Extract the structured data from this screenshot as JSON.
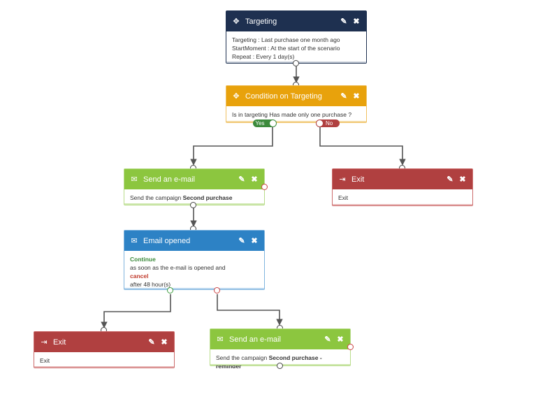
{
  "nodes": {
    "targeting": {
      "title": "Targeting",
      "line1": "Targeting : Last purchase one month ago",
      "line2": "StartMoment : At the start of the scenario",
      "line3": "Repeat : Every 1 day(s)",
      "icon": "crosshair-icon"
    },
    "condition": {
      "title": "Condition on Targeting",
      "line1": "Is in targeting Has made only one purchase ?",
      "yes_label": "Yes",
      "no_label": "No",
      "icon": "crosshair-icon"
    },
    "email1": {
      "title": "Send an e-mail",
      "prefix": "Send the campaign ",
      "campaign": "Second purchase",
      "icon": "envelope-icon"
    },
    "exit1": {
      "title": "Exit",
      "body": "Exit",
      "icon": "sign-out-icon"
    },
    "opened": {
      "title": "Email opened",
      "continue": "Continue",
      "line2": "as soon as the e-mail is opened and",
      "cancel": "cancel",
      "line4": "after 48 hour(s)",
      "icon": "envelope-open-icon"
    },
    "exit2": {
      "title": "Exit",
      "body": "Exit",
      "icon": "sign-out-icon"
    },
    "email2": {
      "title": "Send an e-mail",
      "prefix": "Send the campaign ",
      "campaign": "Second purchase - reminder",
      "icon": "envelope-icon"
    }
  },
  "colors": {
    "navy": "#1e3050",
    "orange": "#e8a20c",
    "green": "#8cc63f",
    "red": "#b04040",
    "blue": "#2d82c5"
  }
}
